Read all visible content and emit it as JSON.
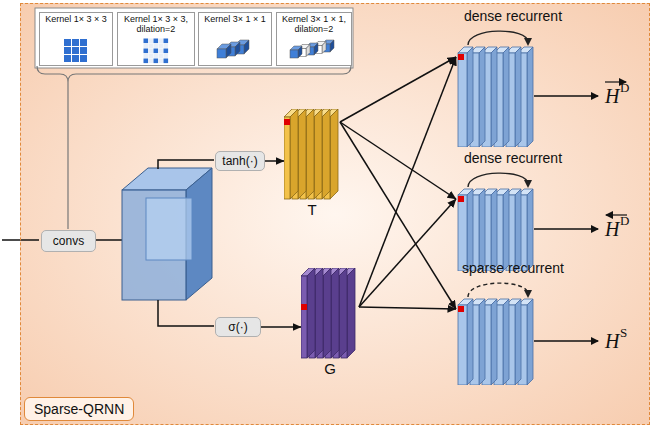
{
  "diagram": {
    "nodes": [
      {
        "text": [
          "Sparse-QRNN"
        ]
      },
      {
        "text": [
          "Kernel 1× 3 × 3"
        ],
        "in": 0
      },
      {
        "text": [
          "Kernel 1× 3 × 3, dilation=2"
        ],
        "in": 0
      },
      {
        "text": [
          "Kernel 3× 1 × 1"
        ],
        "in": 0
      },
      {
        "text": [
          "Kernel 3× 1 × 1, dilation=2"
        ],
        "in": 0
      },
      {
        "text": [
          "convs"
        ],
        "in": 0
      },
      {
        "text": [
          "tanh(·)"
        ],
        "in": 0
      },
      {
        "text": [
          "σ(·)"
        ],
        "in": 0
      },
      {
        "text": [
          "T"
        ],
        "in": 0
      },
      {
        "text": [
          "G"
        ],
        "in": 0
      },
      {
        "text": [
          "dense recurrent"
        ],
        "in": 0
      },
      {
        "text": [
          "dense recurrent"
        ],
        "in": 0
      },
      {
        "text": [
          "sparse recurrent"
        ],
        "in": 0
      }
    ],
    "edges": [
      {
        "from": 6,
        "to": 8,
        "arrow": "to"
      },
      {
        "from": 7,
        "to": 9,
        "arrow": "to"
      },
      {
        "from": 8,
        "to": 10,
        "arrow": "to"
      },
      {
        "from": 8,
        "to": 11,
        "arrow": "to"
      },
      {
        "from": 8,
        "to": 12,
        "arrow": "to"
      },
      {
        "from": 9,
        "to": 10,
        "arrow": "to"
      },
      {
        "from": 9,
        "to": 11,
        "arrow": "to"
      },
      {
        "from": 9,
        "to": 12,
        "arrow": "to"
      }
    ],
    "labels": [
      "H",
      "D",
      "H",
      "D",
      "H",
      "S"
    ]
  }
}
